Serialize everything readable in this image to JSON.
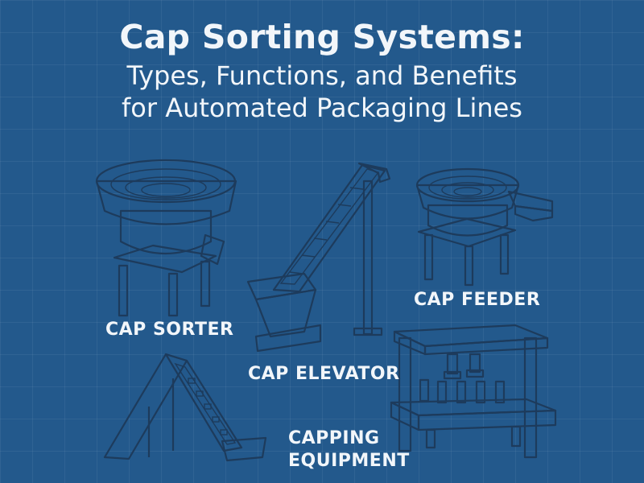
{
  "header": {
    "title": "Cap Sorting Systems:",
    "subtitle_line1": "Types, Functions, and Benefits",
    "subtitle_line2": "for Automated Packaging Lines"
  },
  "labels": {
    "cap_sorter": "CAP SORTER",
    "cap_elevator": "CAP ELEVATOR",
    "cap_feeder": "CAP FEEDER",
    "capping_line1": "CAPPING",
    "capping_line2": "EQUIPMENT"
  },
  "colors": {
    "background": "#23598c",
    "machine_fill": "#7ea9cf",
    "outline": "#1d3b5c",
    "text": "#f2f6fa"
  }
}
